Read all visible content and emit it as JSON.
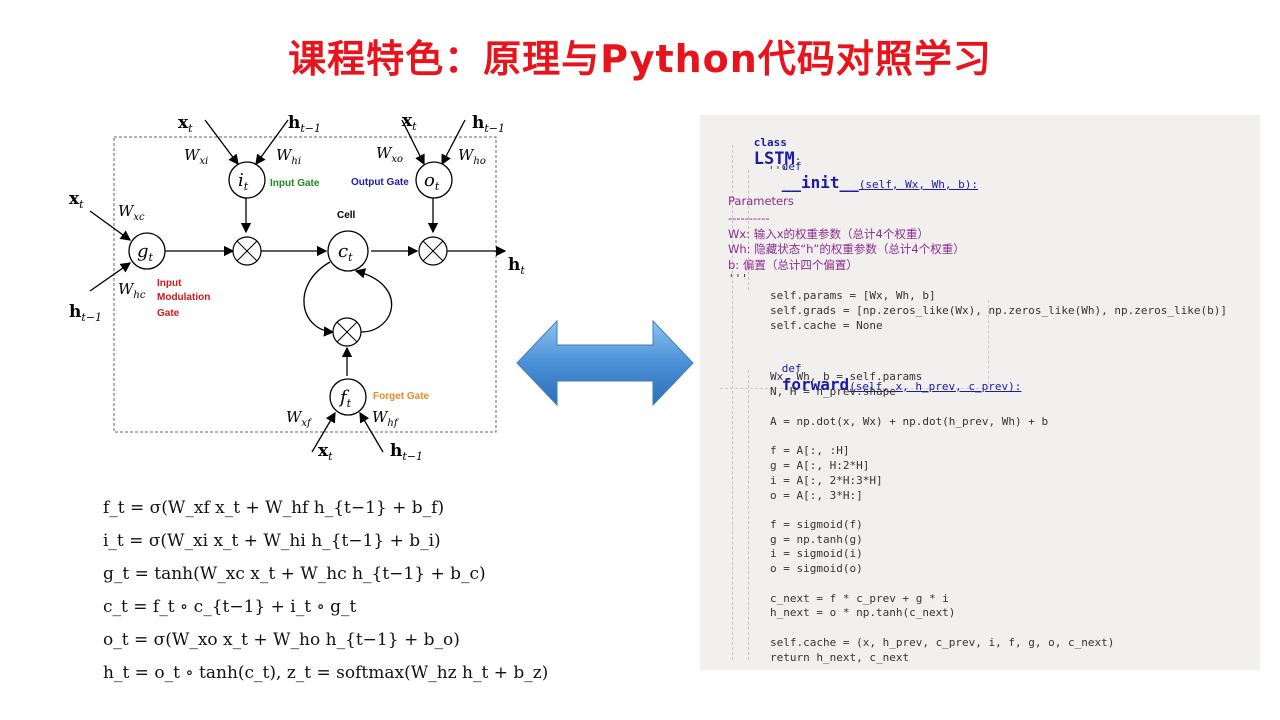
{
  "slide": {
    "title": "课程特色：原理与Python代码对照学习"
  },
  "diagram": {
    "input_gate_label": "Input Gate",
    "output_gate_label": "Output Gate",
    "cell_label": "Cell",
    "modulation_gate_label": [
      "Input",
      "Modulation",
      "Gate"
    ],
    "forget_gate_label": "Forget Gate",
    "colors": {
      "input_gate": "#1e8a1e",
      "output_gate": "#1a1ab4",
      "modulation_gate": "#d01818",
      "forget_gate": "#e88a2a"
    }
  },
  "formulas": [
    "f_t = σ(W_xf x_t + W_hf h_{t−1} + b_f)",
    "i_t = σ(W_xi x_t + W_hi h_{t−1} + b_i)",
    "g_t = tanh(W_xc x_t + W_hc h_{t−1} + b_c)",
    "c_t = f_t ∘ c_{t−1} + i_t ∘ g_t",
    "o_t = σ(W_xo x_t + W_ho h_{t−1} + b_o)",
    "h_t = o_t ∘ tanh(c_t),  z_t = softmax(W_hz h_t + b_z)"
  ],
  "code": {
    "class_kw": "class",
    "class_name": "LSTM",
    "def_kw": "def",
    "init_name": "__init__",
    "init_args": "(self, Wx, Wh, b):",
    "doc_open": "'''",
    "doc_lines": [
      "Parameters",
      "----------",
      "Wx: 输入x的权重参数（总计4个权重）",
      "Wh: 隐藏状态“h”的权重参数（总计4个权重）",
      "b: 偏置（总计四个偏置）"
    ],
    "doc_close": "'''",
    "init_body": [
      "self.params = [Wx, Wh, b]",
      "self.grads = [np.zeros_like(Wx), np.zeros_like(Wh), np.zeros_like(b)]",
      "self.cache = None"
    ],
    "forward_name": "forward",
    "forward_args": "(self, x, h_prev, c_prev):",
    "forward_body": [
      "Wx, Wh, b = self.params",
      "N, H = h_prev.shape",
      "",
      "A = np.dot(x, Wx) + np.dot(h_prev, Wh) + b",
      "",
      "f = A[:, :H]",
      "g = A[:, H:2*H]",
      "i = A[:, 2*H:3*H]",
      "o = A[:, 3*H:]",
      "",
      "f = sigmoid(f)",
      "g = np.tanh(g)",
      "i = sigmoid(i)",
      "o = sigmoid(o)",
      "",
      "c_next = f * c_prev + g * i",
      "h_next = o * np.tanh(c_next)",
      "",
      "self.cache = (x, h_prev, c_prev, i, f, g, o, c_next)",
      "return h_next, c_next"
    ]
  }
}
